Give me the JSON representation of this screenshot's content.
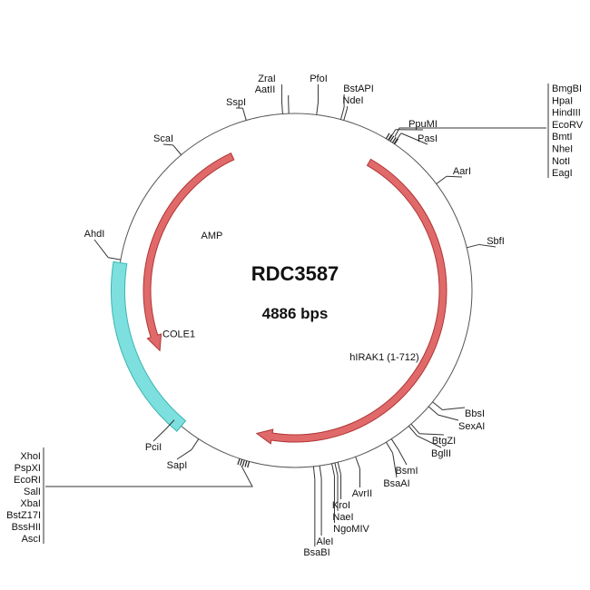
{
  "plasmid": {
    "name": "RDC3587",
    "size_label": "4886 bps"
  },
  "colors": {
    "backbone": "#555555",
    "arrow_fill": "#e06a6a",
    "arrow_stroke": "#b03535",
    "cole1_fill": "#7de0de",
    "cole1_stroke": "#3bb5b2"
  },
  "features": [
    {
      "name": "AMP",
      "type": "arrow",
      "from": 335,
      "to": 246,
      "radius": 163
    },
    {
      "name": "hIRAK1 (1-712)",
      "type": "arrow",
      "from": 30,
      "to": 195,
      "radius": 163
    },
    {
      "name": "COLE1",
      "type": "block",
      "from": 220,
      "to": 279,
      "radius": 195
    }
  ],
  "sites": [
    {
      "name": "ZraI",
      "angle": 356
    },
    {
      "name": "AatII",
      "angle": 358
    },
    {
      "name": "PfoI",
      "angle": 7
    },
    {
      "name": "BstAPI",
      "angle": 15
    },
    {
      "name": "NdeI",
      "angle": 16
    },
    {
      "name": "SspI",
      "angle": 344
    },
    {
      "name": "ScaI",
      "angle": 320
    },
    {
      "name": "AhdI",
      "angle": 280
    },
    {
      "name": "PpuMI",
      "angle": 32
    },
    {
      "name": "PasI",
      "angle": 34
    },
    {
      "name": "AarI",
      "angle": 53
    },
    {
      "name": "SbfI",
      "angle": 76
    },
    {
      "name": "BbsI",
      "angle": 129
    },
    {
      "name": "SexAI",
      "angle": 131
    },
    {
      "name": "BtgZI",
      "angle": 139
    },
    {
      "name": "BglII",
      "angle": 140
    },
    {
      "name": "BsmI",
      "angle": 147
    },
    {
      "name": "BsaAI",
      "angle": 149
    },
    {
      "name": "AvrII",
      "angle": 160
    },
    {
      "name": "KroI",
      "angle": 166
    },
    {
      "name": "NaeI",
      "angle": 167
    },
    {
      "name": "NgoMIV",
      "angle": 168
    },
    {
      "name": "AleI",
      "angle": 172
    },
    {
      "name": "BsaBI",
      "angle": 174
    },
    {
      "name": "PciI",
      "angle": 223
    },
    {
      "name": "SapI",
      "angle": 213
    }
  ],
  "cluster_top_right": {
    "angle": 31,
    "names": [
      "BmgBI",
      "HpaI",
      "HindIII",
      "EcoRV",
      "BmtI",
      "NheI",
      "NotI",
      "EagI"
    ]
  },
  "cluster_bottom_left": {
    "angle": 195,
    "names": [
      "XhoI",
      "PspXI",
      "EcoRI",
      "SalI",
      "XbaI",
      "BstZ17I",
      "BssHII",
      "AscI"
    ]
  }
}
